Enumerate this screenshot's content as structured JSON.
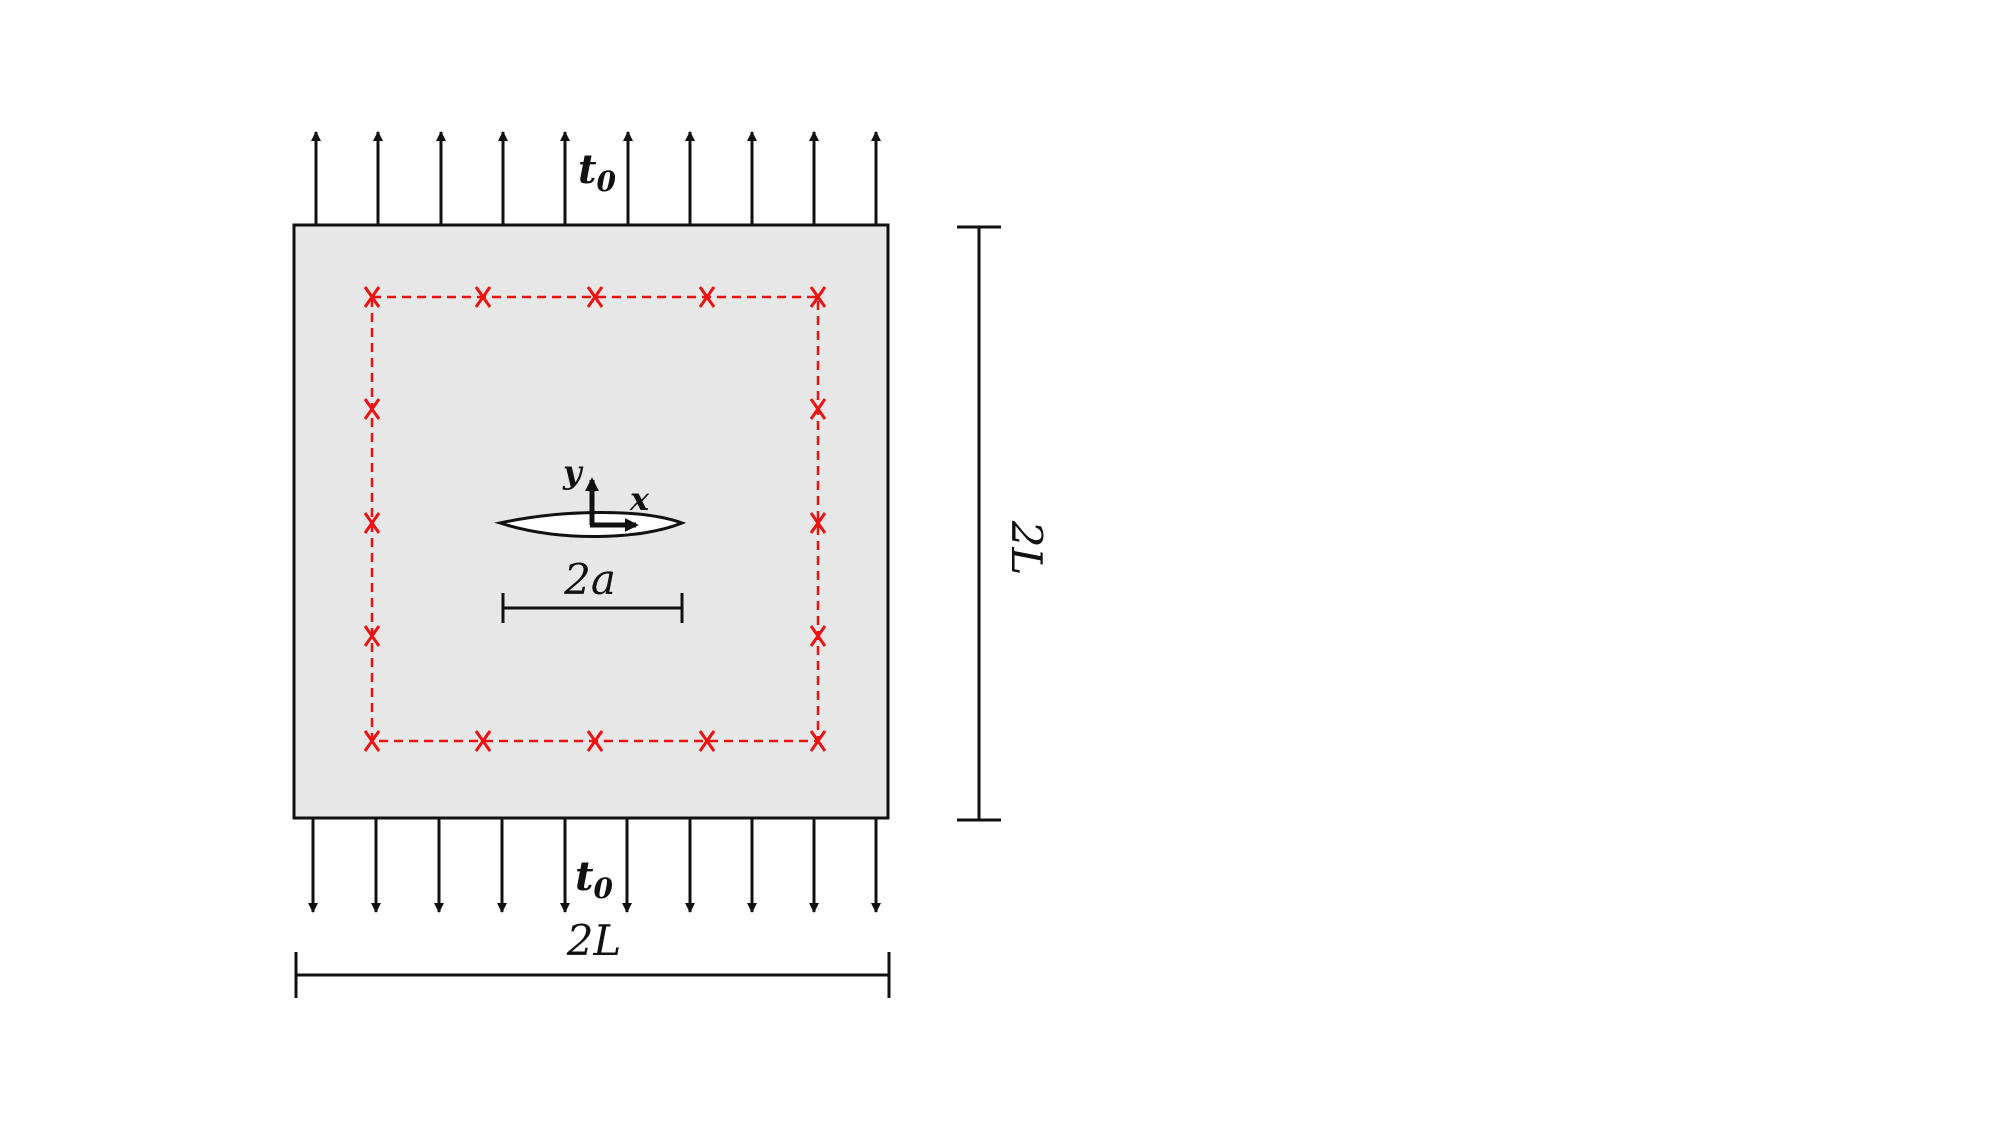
{
  "labels": {
    "traction_top": "t",
    "traction_top_sub": "0",
    "traction_bottom": "t",
    "traction_bottom_sub": "0",
    "axis_y": "y",
    "axis_x": "x",
    "crack_length": "2a",
    "width_label": "2L",
    "height_label": "2L"
  },
  "colors": {
    "plate_fill": "#e7e7e7",
    "integration_path": "#ee1111",
    "lines": "#111111"
  }
}
